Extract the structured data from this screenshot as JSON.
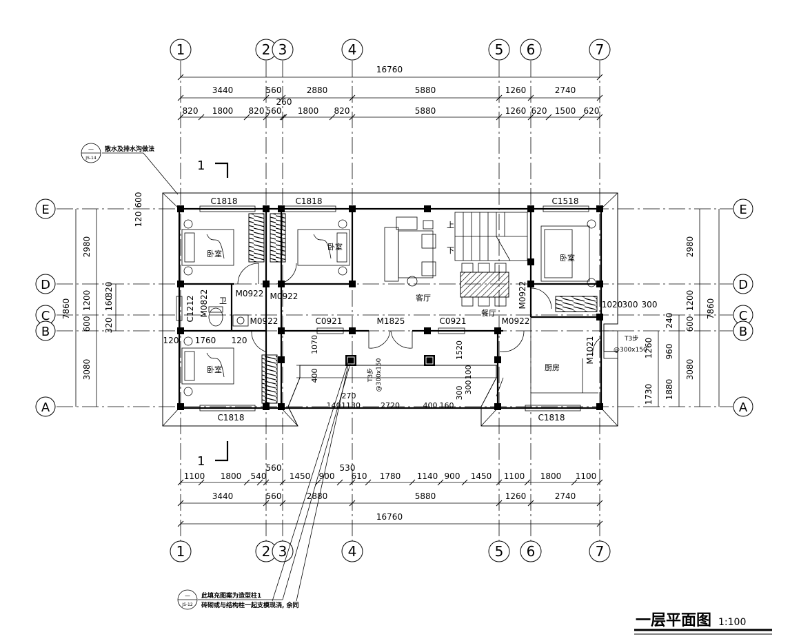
{
  "axes_vertical": [
    "1",
    "2",
    "3",
    "4",
    "5",
    "6",
    "7"
  ],
  "axes_horizontal": [
    "E",
    "D",
    "C",
    "B",
    "A"
  ],
  "dims_top": {
    "total": "16760",
    "row2": [
      "3440",
      "560",
      "2880",
      "5880",
      "1260",
      "2740"
    ],
    "row3": [
      "820",
      "1800",
      "820",
      "560",
      "1800",
      "820",
      "5880",
      "1260",
      "620",
      "1500",
      "620"
    ],
    "extra_260": "260"
  },
  "dims_bottom": {
    "row1": [
      "1100",
      "1800",
      "540",
      "560",
      "1450",
      "900",
      "530",
      "610",
      "1780",
      "1140",
      "900",
      "1450",
      "1100",
      "1800",
      "1100"
    ],
    "row2": [
      "3440",
      "560",
      "2880",
      "5880",
      "1260",
      "2740"
    ],
    "total": "16760"
  },
  "dims_left": {
    "total": "7860",
    "row2": [
      "2980",
      "1200",
      "600",
      "3080"
    ],
    "row3": [
      "320",
      "160",
      "320"
    ],
    "top": [
      "600",
      "120"
    ],
    "b_row": [
      "120",
      "1760",
      "120"
    ]
  },
  "dims_right": {
    "row1": [
      "2980",
      "1200",
      "600",
      "3080"
    ],
    "row2": [
      "240",
      "960",
      "1880"
    ],
    "row3": [
      "1260",
      "1730"
    ],
    "total": "7860",
    "porch": [
      "1020",
      "300",
      "300"
    ]
  },
  "inner_dims": [
    "1070",
    "400",
    "1520",
    "100",
    "300",
    "300",
    "270",
    "140",
    "1130",
    "2720",
    "400",
    "160"
  ],
  "windows": [
    "C1818",
    "C1818",
    "C1518",
    "C1212",
    "C0921",
    "C0921",
    "C1818",
    "C1818"
  ],
  "doors": [
    "M0922",
    "M0922",
    "M0822",
    "M0922",
    "M1825",
    "M0922",
    "M0922",
    "M1021"
  ],
  "rooms": {
    "bedroom": "卧室",
    "toilet": "卫",
    "living": "客厅",
    "dining": "餐厅",
    "kitchen": "厨房",
    "stair_up": "上",
    "stair_down": "下"
  },
  "steps": [
    "T3步",
    "T3步"
  ],
  "step_size": [
    "@300x150",
    "@300x150"
  ],
  "section": {
    "label": "1"
  },
  "callout_top": {
    "text": "散水及排水沟做法",
    "ref_top": "—",
    "ref_bottom": "JS-14"
  },
  "callout_bottom": {
    "text1": "此填充图案为造型柱1",
    "text2": "砖砌或与结构柱一起支模现浇, 余同",
    "ref_top": "—",
    "ref_bottom": "JS-12"
  },
  "drawing_title": {
    "text": "一层平面图",
    "scale": "1:100"
  }
}
